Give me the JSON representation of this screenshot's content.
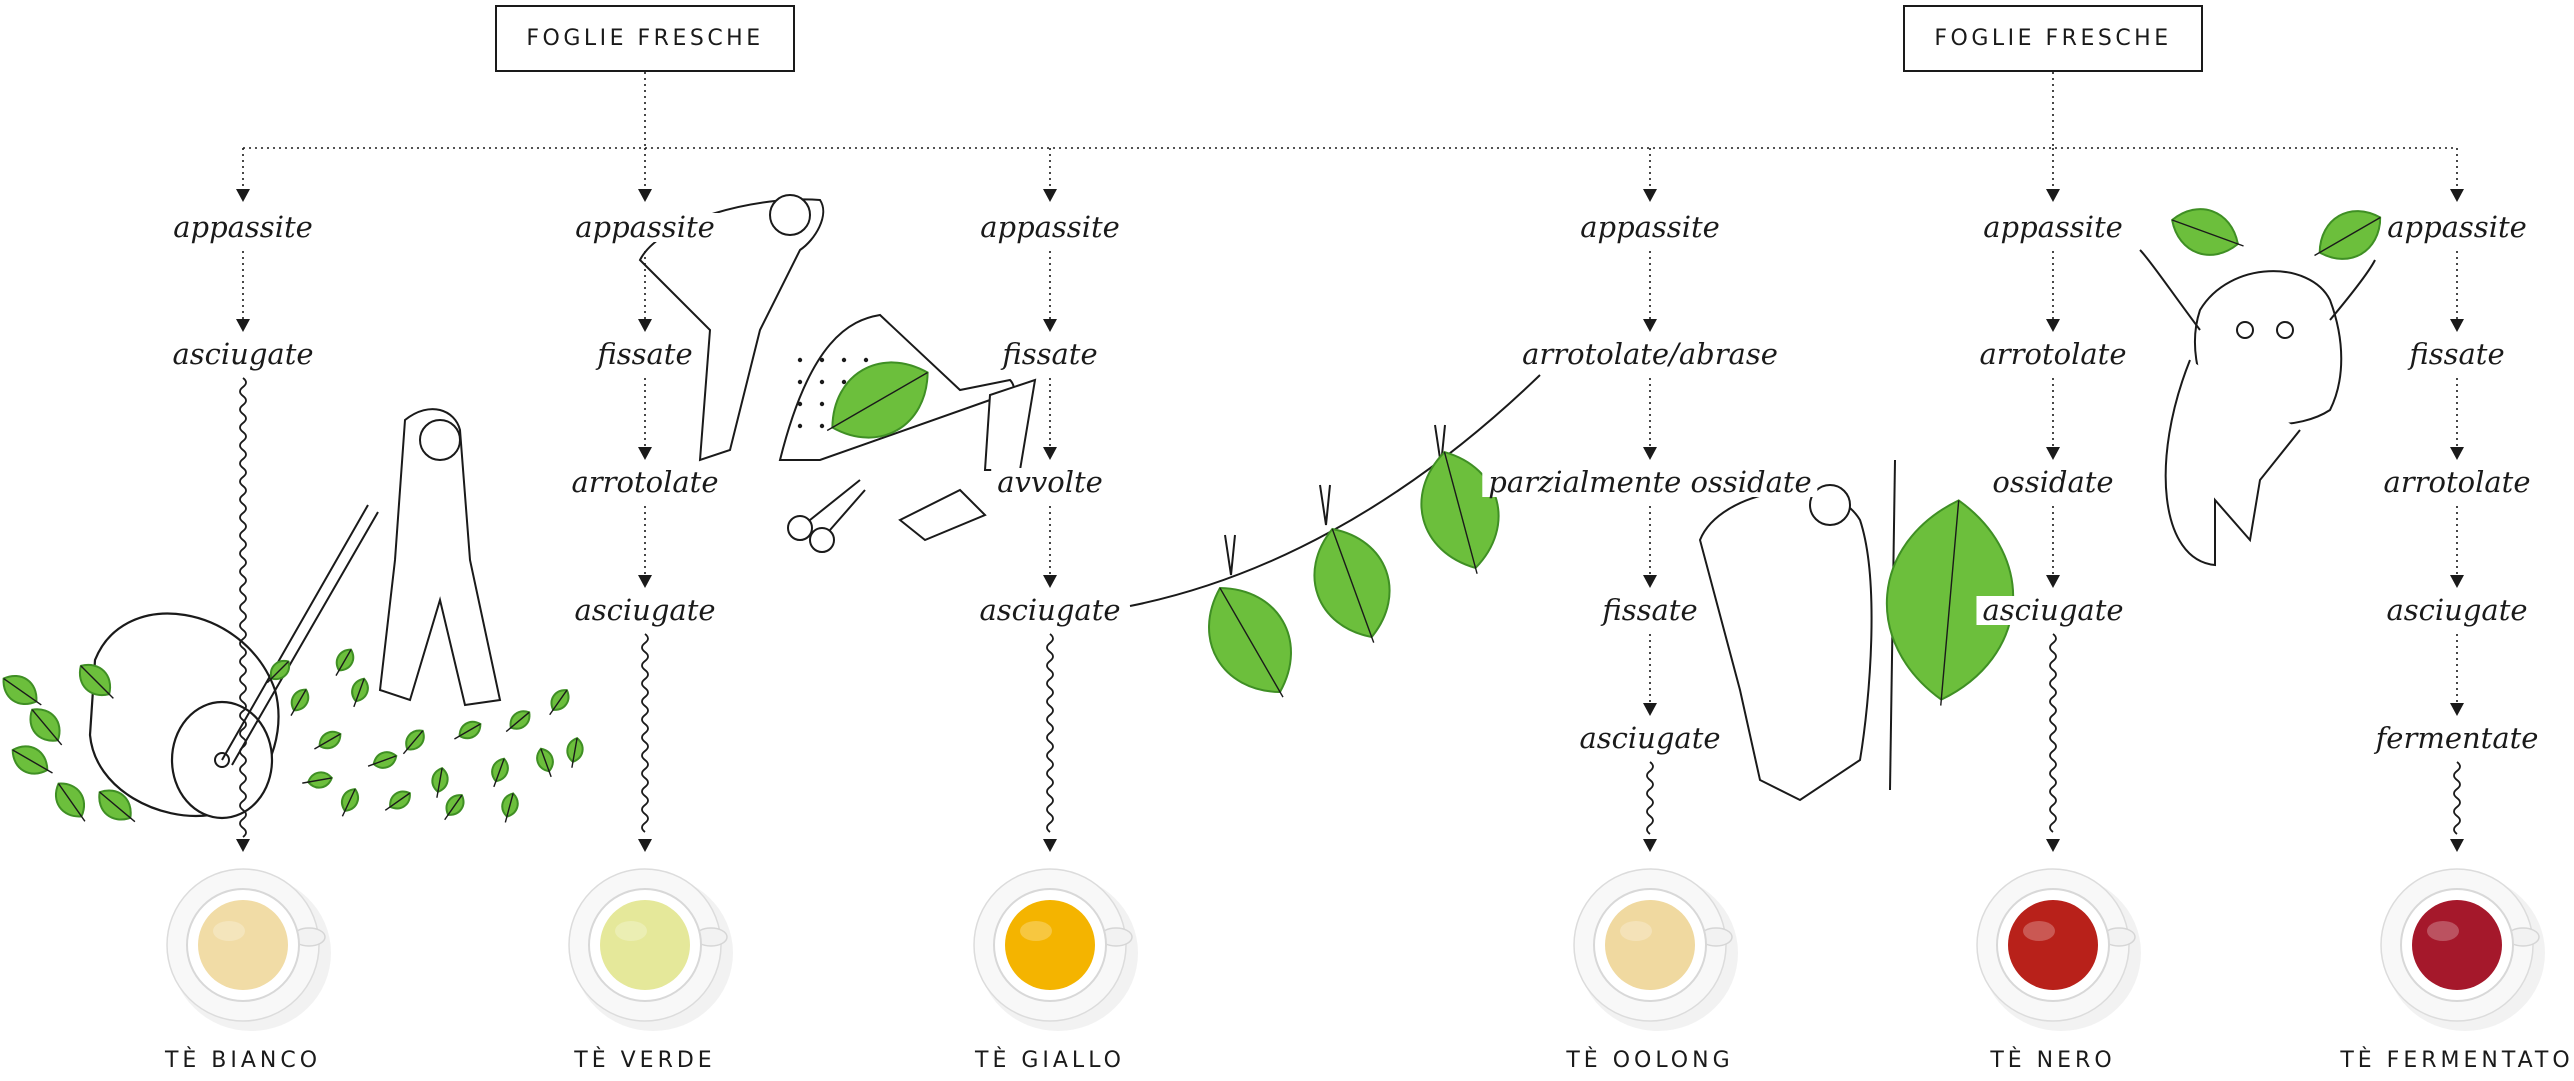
{
  "sources": [
    {
      "label": "FOGLIE FRESCHE"
    },
    {
      "label": "FOGLIE FRESCHE"
    }
  ],
  "columns": [
    {
      "name": "TÈ BIANCO",
      "steps": [
        "appassite",
        "asciugate"
      ],
      "tea_color": "#f1dca6"
    },
    {
      "name": "TÈ VERDE",
      "steps": [
        "appassite",
        "fissate",
        "arrotolate",
        "asciugate"
      ],
      "tea_color": "#e5e89a"
    },
    {
      "name": "TÈ GIALLO",
      "steps": [
        "appassite",
        "fissate",
        "avvolte",
        "asciugate"
      ],
      "tea_color": "#f4b400"
    },
    {
      "name": "TÈ OOLONG",
      "steps": [
        "appassite",
        "arrotolate/abrase",
        "parzialmente ossidate",
        "fissate",
        "asciugate"
      ],
      "tea_color": "#f0d9a0"
    },
    {
      "name": "TÈ NERO",
      "steps": [
        "appassite",
        "arrotolate",
        "ossidate",
        "asciugate"
      ],
      "tea_color": "#b8211a"
    },
    {
      "name": "TÈ FERMENTATO",
      "steps": [
        "appassite",
        "fissate",
        "arrotolate",
        "asciugate",
        "fermentate"
      ],
      "tea_color": "#a5182b"
    }
  ],
  "colors": {
    "line": "#1a1a1a",
    "leaf": "#6cbf3c",
    "leaf_dark": "#3f8f24"
  }
}
